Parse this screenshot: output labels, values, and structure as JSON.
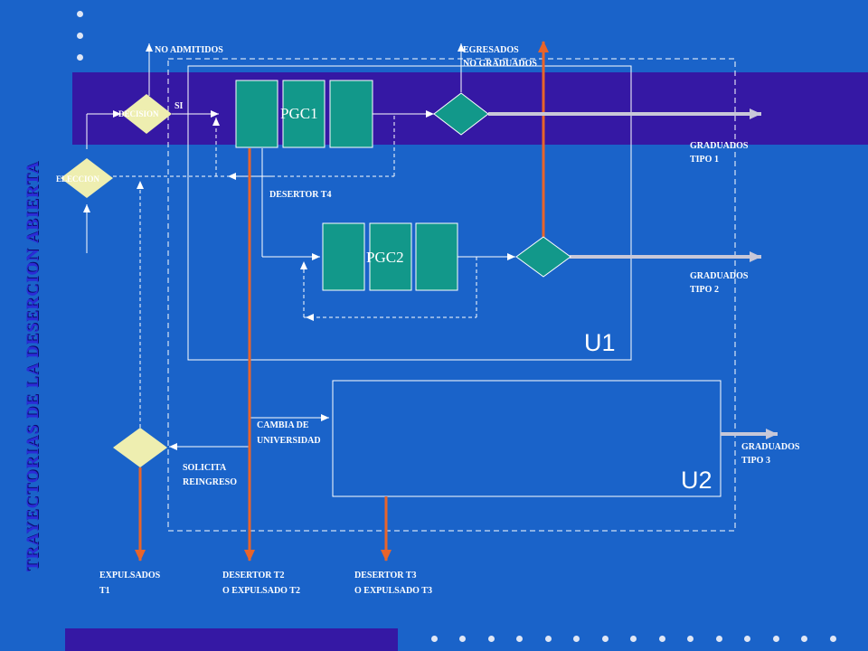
{
  "title": "TRAYECTORIAS DE LA DESERCION ABIERTA",
  "colors": {
    "background": "#1a63c9",
    "band": "#3518a4",
    "teal": "#12988a",
    "decision": "#eeeeb0",
    "orange": "#e8642a",
    "grey_arrow": "#c8c8d8",
    "line": "#ffffff"
  },
  "nodes": {
    "decision": "DECISION",
    "eleccion": "ELECCION",
    "pgc1": "PGC1",
    "pgc2": "PGC2",
    "u1": "U1",
    "u2": "U2"
  },
  "labels": {
    "si": "SI",
    "no_admitidos": "NO ADMITIDOS",
    "egresados": [
      "EGRESADOS",
      "NO GRADUADOS"
    ],
    "desertor_t4": "DESERTOR T4",
    "graduados_1": [
      "GRADUADOS",
      "TIPO 1"
    ],
    "graduados_2": [
      "GRADUADOS",
      "TIPO 2"
    ],
    "graduados_3": [
      "GRADUADOS",
      "TIPO 3"
    ],
    "cambia": [
      "CAMBIA DE",
      "UNIVERSIDAD"
    ],
    "solicita": [
      "SOLICITA",
      "REINGRESO"
    ],
    "expulsados": [
      "EXPULSADOS",
      "T1"
    ],
    "desertor_t2": [
      "DESERTOR T2",
      "O EXPULSADO T2"
    ],
    "desertor_t3": [
      "DESERTOR T3",
      "O EXPULSADO T3"
    ]
  }
}
